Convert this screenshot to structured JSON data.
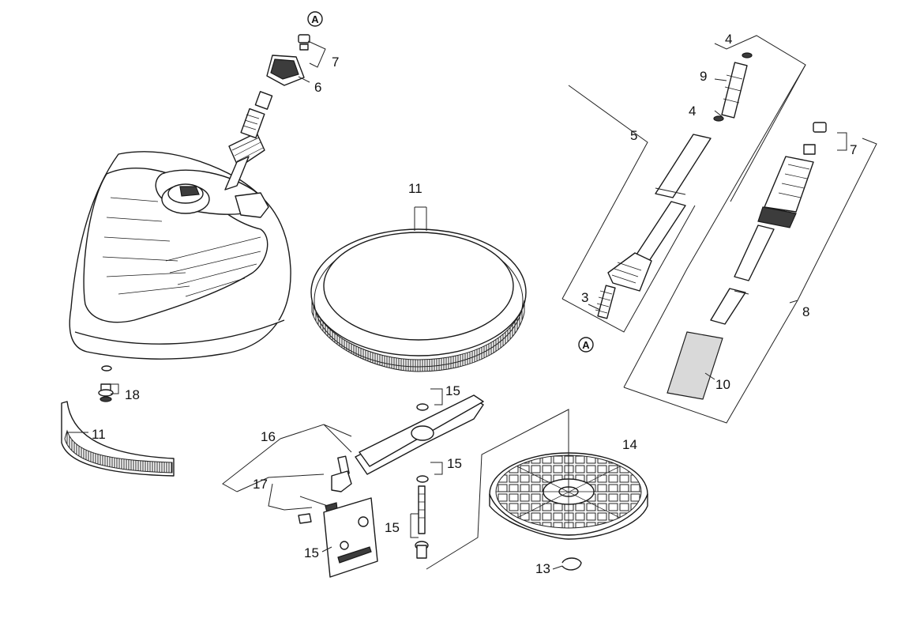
{
  "ref_marks": [
    "A",
    "A"
  ],
  "callouts": [
    "7",
    "6",
    "11",
    "18",
    "11",
    "15",
    "15",
    "15",
    "15",
    "16",
    "17",
    "14",
    "13",
    "3",
    "5",
    "4",
    "9",
    "4",
    "7",
    "8",
    "10"
  ],
  "colors": {
    "line": "#1a1a1a",
    "background": "#ffffff",
    "grip_pad": "#d9d9d9",
    "dark_parts": "#3c3c3c"
  }
}
